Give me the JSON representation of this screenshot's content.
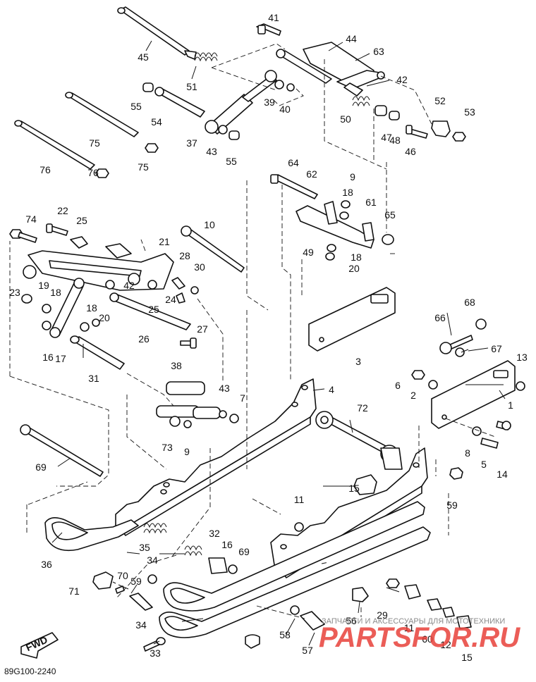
{
  "diagram": {
    "code": "89G100-2240",
    "fwd_label": "FWD",
    "watermark_line": "ЗАПЧАСТИ И АКСЕССУАРЫ ДЛЯ МОТОТЕХНИКИ",
    "watermark_brand": "PARTSFOR.RU",
    "callouts": [
      "41",
      "44",
      "63",
      "45",
      "51",
      "42",
      "55",
      "39",
      "40",
      "52",
      "53",
      "54",
      "50",
      "47",
      "75",
      "37",
      "43",
      "55",
      "48",
      "46",
      "76",
      "75",
      "76",
      "64",
      "62",
      "9",
      "18",
      "61",
      "65",
      "74",
      "22",
      "25",
      "10",
      "49",
      "18",
      "20",
      "21",
      "28",
      "30",
      "23",
      "19",
      "18",
      "42",
      "25",
      "24",
      "18",
      "20",
      "26",
      "66",
      "68",
      "16",
      "17",
      "27",
      "3",
      "67",
      "13",
      "31",
      "38",
      "43",
      "7",
      "6",
      "2",
      "1",
      "4",
      "72",
      "73",
      "9",
      "8",
      "5",
      "14",
      "69",
      "15",
      "59",
      "11",
      "36",
      "35",
      "32",
      "16",
      "34",
      "69",
      "71",
      "70",
      "59",
      "29",
      "56",
      "11",
      "34",
      "58",
      "60",
      "12",
      "33",
      "57",
      "15"
    ]
  }
}
